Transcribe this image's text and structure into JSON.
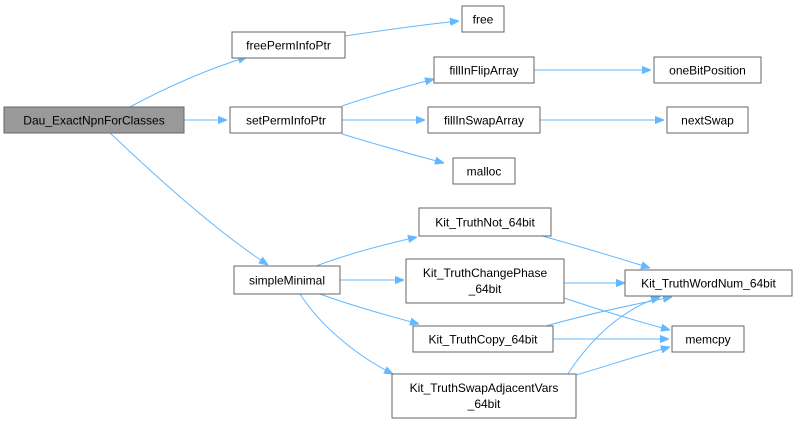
{
  "colors": {
    "edge": "#63b8ff",
    "node_border": "#666666",
    "root_fill": "#999999",
    "node_fill": "#ffffff"
  },
  "nodes": {
    "root": "Dau_ExactNpnForClasses",
    "freePermInfoPtr": "freePermInfoPtr",
    "free": "free",
    "setPermInfoPtr": "setPermInfoPtr",
    "fillInFlipArray": "fillInFlipArray",
    "oneBitPosition": "oneBitPosition",
    "fillInSwapArray": "fillInSwapArray",
    "nextSwap": "nextSwap",
    "malloc": "malloc",
    "simpleMinimal": "simpleMinimal",
    "truthNot": "Kit_TruthNot_64bit",
    "truthChangePhase_l1": "Kit_TruthChangePhase",
    "truthChangePhase_l2": "_64bit",
    "truthWordNum": "Kit_TruthWordNum_64bit",
    "truthCopy": "Kit_TruthCopy_64bit",
    "memcpy": "memcpy",
    "truthSwap_l1": "Kit_TruthSwapAdjacentVars",
    "truthSwap_l2": "_64bit"
  }
}
